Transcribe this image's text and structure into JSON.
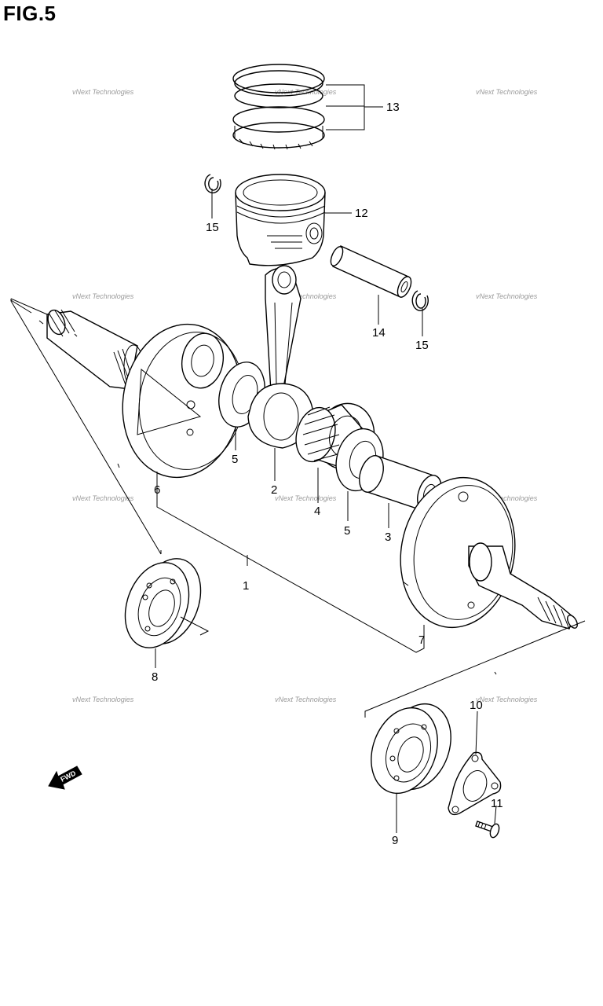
{
  "title": "FIG.5",
  "watermark": "vNext Technologies",
  "fwd_text": "FWD",
  "callouts": [
    {
      "id": "13",
      "text": "13"
    },
    {
      "id": "12",
      "text": "12"
    },
    {
      "id": "15a",
      "text": "15"
    },
    {
      "id": "14",
      "text": "14"
    },
    {
      "id": "15b",
      "text": "15"
    },
    {
      "id": "5a",
      "text": "5"
    },
    {
      "id": "2",
      "text": "2"
    },
    {
      "id": "6",
      "text": "6"
    },
    {
      "id": "4",
      "text": "4"
    },
    {
      "id": "5b",
      "text": "5"
    },
    {
      "id": "3",
      "text": "3"
    },
    {
      "id": "1",
      "text": "1"
    },
    {
      "id": "7",
      "text": "7"
    },
    {
      "id": "8",
      "text": "8"
    },
    {
      "id": "10",
      "text": "10"
    },
    {
      "id": "11",
      "text": "11"
    },
    {
      "id": "9",
      "text": "9"
    }
  ]
}
